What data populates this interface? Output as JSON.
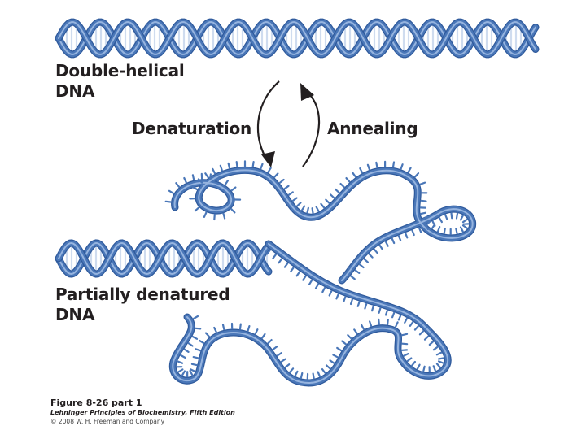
{
  "labels": {
    "double_helical": [
      "Double-helical",
      "DNA"
    ],
    "denaturation": "Denaturation",
    "annealing": "Annealing",
    "partially_denatured": [
      "Partially denatured",
      "DNA"
    ]
  },
  "caption": {
    "figure": "Figure 8-26 part 1",
    "book": "Lehninger Principles of Biochemistry, Fifth Edition",
    "copyright": "© 2008 W. H. Freeman and Company"
  },
  "colors": {
    "strand": "#4a77b8",
    "strand_light": "#a9c3e8",
    "strand_dark": "#2f5a9c",
    "base_pair": "#cfdcef",
    "text": "#231f20"
  }
}
